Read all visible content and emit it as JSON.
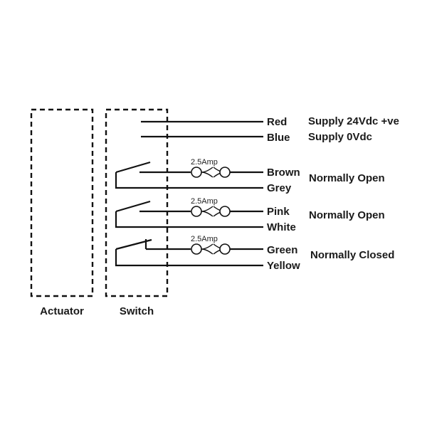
{
  "boxes": {
    "actuator_label": "Actuator",
    "switch_label": "Switch"
  },
  "supply": [
    {
      "wire": "Red",
      "description": "Supply 24Vdc +ve"
    },
    {
      "wire": "Blue",
      "description": "Supply 0Vdc"
    }
  ],
  "circuits": [
    {
      "fuse": "2.5Amp",
      "wire_top": "Brown",
      "wire_bottom": "Grey",
      "description": "Normally Open",
      "contact": "normally-open"
    },
    {
      "fuse": "2.5Amp",
      "wire_top": "Pink",
      "wire_bottom": "White",
      "description": "Normally Open",
      "contact": "normally-open"
    },
    {
      "fuse": "2.5Amp",
      "wire_top": "Green",
      "wire_bottom": "Yellow",
      "description": "Normally Closed",
      "contact": "normally-closed"
    }
  ]
}
